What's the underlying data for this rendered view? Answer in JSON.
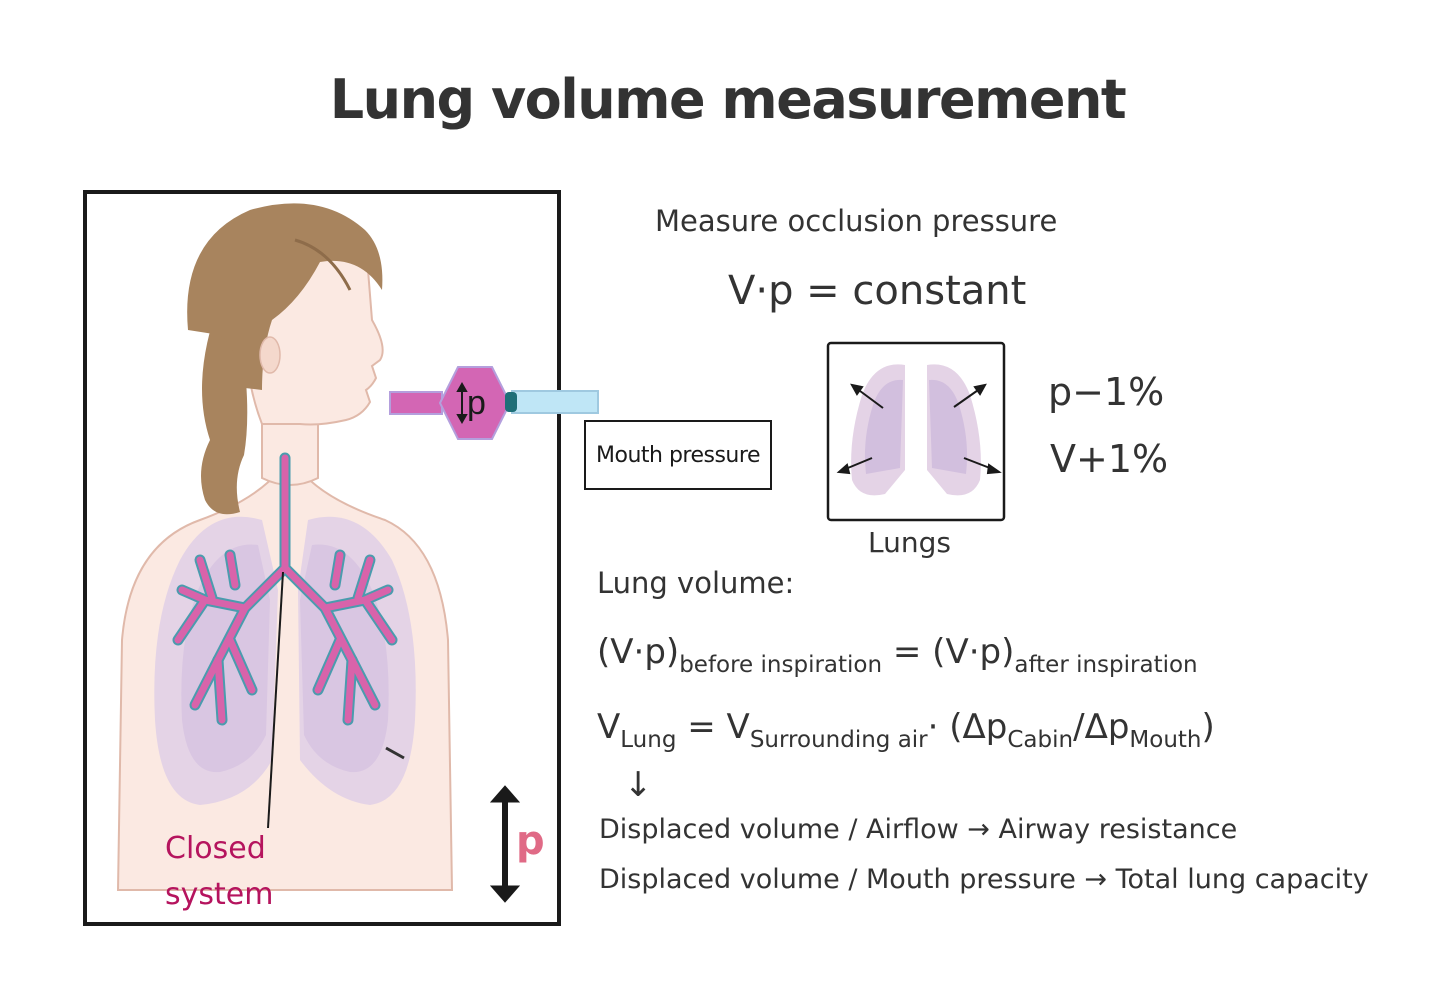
{
  "title": "Lung volume measurement",
  "diagram": {
    "mouthpiece_label": "p",
    "closed_system_line1": "Closed",
    "closed_system_line2": "system",
    "cabin_pressure_label": "p",
    "mouth_pressure_box": "Mouth pressure"
  },
  "right": {
    "measure": "Measure occlusion pressure",
    "vp_constant": "V·p = constant",
    "p_change": "p−1%",
    "v_change": "V+1%",
    "lungs_label": "Lungs",
    "lung_volume_label": "Lung volume:",
    "eq1": {
      "left": "(V·p)",
      "left_sub": "before inspiration",
      "middle": " = (V·p)",
      "right_sub": "after inspiration"
    },
    "eq2": {
      "v": "V",
      "v_sub": "Lung",
      "eq": " = V",
      "surr_sub": "Surrounding air",
      "dot": "· (Δp",
      "cabin_sub": "Cabin",
      "slash": "/Δp",
      "mouth_sub": "Mouth",
      "close": ")"
    },
    "arrow": "↓",
    "result1": "Displaced volume / Airflow → Airway resistance",
    "result2": "Displaced volume / Mouth pressure → Total lung capacity"
  },
  "colors": {
    "hair": "#a8845e",
    "skin": "#fbe9e2",
    "skin_outline": "#e0b9aa",
    "lung_outer": "#e4d3e6",
    "lung_inner": "#d2bfde",
    "airway": "#d863aa",
    "airway_outline": "#4a9cae",
    "mouthpiece": "#d366b4",
    "tube": "#bfe6f6",
    "closed_system": "#b5145e",
    "p_accent": "#e06a86"
  }
}
